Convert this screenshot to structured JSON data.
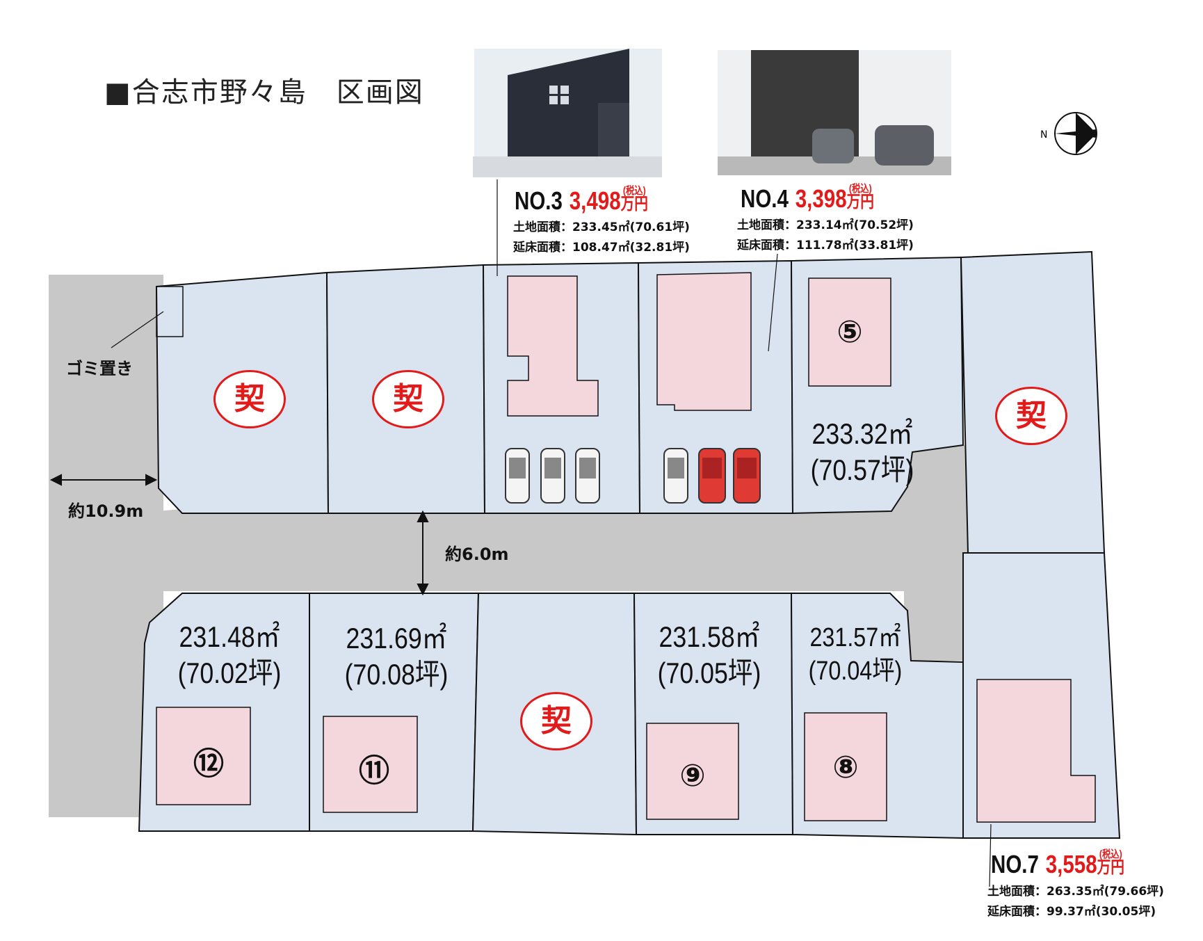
{
  "title": "■合志市野々島　区画図",
  "listings": {
    "no3": {
      "no": "NO.3",
      "price": "3,498",
      "unit": "万円",
      "tax": "(税込)",
      "land": "土地面積：233.45㎡(70.61坪)",
      "floor": "延床面積：108.47㎡(32.81坪)"
    },
    "no4": {
      "no": "NO.4",
      "price": "3,398",
      "unit": "万円",
      "tax": "(税込)",
      "land": "土地面積：233.14㎡(70.52坪)",
      "floor": "延床面積：111.78㎡(33.81坪)"
    },
    "no7": {
      "no": "NO.7",
      "price": "3,558",
      "unit": "万円",
      "tax": "(税込)",
      "land": "土地面積：263.35㎡(79.66坪)",
      "floor": "延床面積：99.37㎡(30.05坪)"
    }
  },
  "lots": {
    "lot5": {
      "num": "⑤",
      "area": "233.32㎡",
      "tsubo": "(70.57坪)"
    },
    "lot8": {
      "num": "⑧",
      "area": "231.57㎡",
      "tsubo": "(70.04坪)"
    },
    "lot9": {
      "num": "⑨",
      "area": "231.58㎡",
      "tsubo": "(70.05坪)"
    },
    "lot11": {
      "num": "⑪",
      "area": "231.69㎡",
      "tsubo": "(70.08坪)"
    },
    "lot12": {
      "num": "⑫",
      "area": "231.48㎡",
      "tsubo": "(70.02坪)"
    }
  },
  "sold_mark": "契",
  "labels": {
    "garbage": "ゴミ置き",
    "road_width_left": "約10.9m",
    "road_width_main": "約6.0m"
  },
  "colors": {
    "lot_fill": "#dae3f0",
    "road": "#c8c8c8",
    "house": "#f4d7dc",
    "price_red": "#e21a1a",
    "car_red": "#e03a34"
  },
  "icons": {
    "compass": "north-arrow-icon",
    "car": "car-icon"
  }
}
